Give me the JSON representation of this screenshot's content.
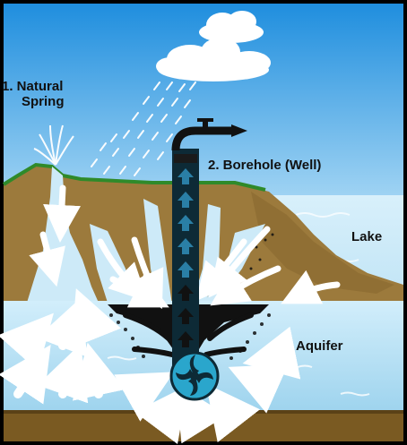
{
  "labels": {
    "spring_line1": "1. Natural",
    "spring_line2": "Spring",
    "borehole": "2. Borehole (Well)",
    "lake": "Lake",
    "aquifer": "Aquifer"
  },
  "colors": {
    "sky_top": "#1f8ede",
    "sky_bottom": "#9fd3f3",
    "soil": "#9c7a3c",
    "soil_dark": "#6f5424",
    "grass": "#2f8a2a",
    "water": "#bfe4f6",
    "well_pipe": "#0d2a36",
    "flow_arrow": "#2a7fa6",
    "pump": "#2aa6cc"
  },
  "icons": [
    "cloud-icon",
    "rain-icon",
    "tap-icon",
    "pump-impeller-icon",
    "flow-arrow-icon"
  ]
}
